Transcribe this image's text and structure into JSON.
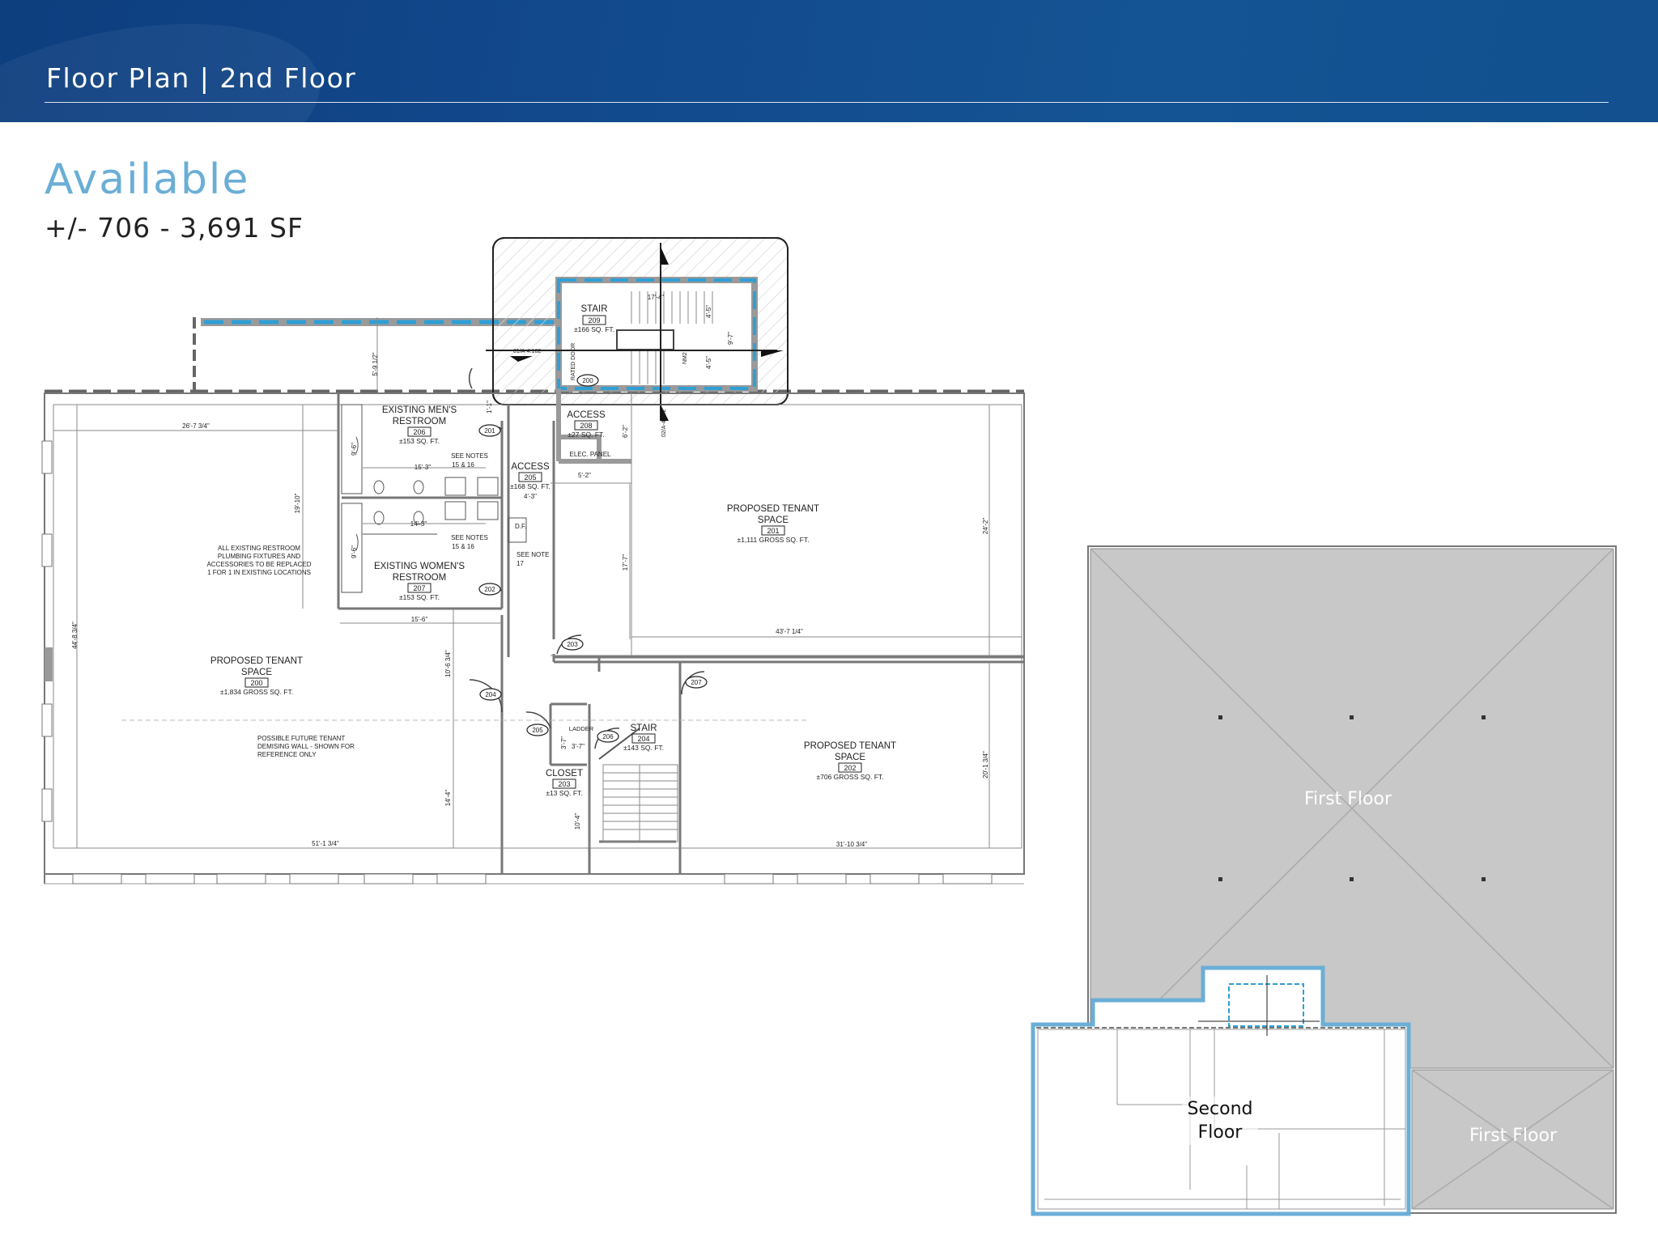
{
  "header": {
    "title": "Floor Plan | 2nd Floor"
  },
  "availability": {
    "label": "Available",
    "sf_range": "+/- 706 - 3,691 SF"
  },
  "plan": {
    "stair_209": {
      "name": "STAIR",
      "number": "209",
      "area": "±166 SQ. FT."
    },
    "mens_206": {
      "name1": "EXISTING MEN'S",
      "name2": "RESTROOM",
      "number": "206",
      "area": "±153 SQ. FT."
    },
    "access_208": {
      "name": "ACCESS",
      "number": "208",
      "area": "±27 SQ. FT.",
      "note": "ELEC. PANEL"
    },
    "access_205": {
      "name": "ACCESS",
      "number": "205",
      "area": "±168 SQ. FT."
    },
    "womens_207": {
      "name1": "EXISTING WOMEN'S",
      "name2": "RESTROOM",
      "number": "207",
      "area": "±153 SQ. FT."
    },
    "tenant_201": {
      "name1": "PROPOSED TENANT",
      "name2": "SPACE",
      "number": "201",
      "area": "±1,111 GROSS SQ. FT."
    },
    "tenant_200": {
      "name1": "PROPOSED TENANT",
      "name2": "SPACE",
      "number": "200",
      "area": "±1,834 GROSS SQ. FT."
    },
    "tenant_202": {
      "name1": "PROPOSED TENANT",
      "name2": "SPACE",
      "number": "202",
      "area": "±706 GROSS SQ. FT."
    },
    "stair_204": {
      "name": "STAIR",
      "number": "204",
      "area": "±143 SQ. FT."
    },
    "closet_203": {
      "name": "CLOSET",
      "number": "203",
      "area": "±13 SQ. FT.",
      "note": "LADDER"
    },
    "notes": {
      "see_notes_a1": "SEE NOTES",
      "see_notes_a2": "15 & 16",
      "see_notes_b1": "SEE NOTES",
      "see_notes_b2": "15 & 16",
      "see_note_c1": "SEE NOTE",
      "see_note_c2": "17",
      "df": "D.F.",
      "plumbing1": "ALL EXISTING RESTROOM",
      "plumbing2": "PLUMBING FIXTURES AND",
      "plumbing3": "ACCESSORIES TO BE REPLACED",
      "plumbing4": "1 FOR 1 IN EXISTING LOCATIONS",
      "future1": "POSSIBLE FUTURE TENANT",
      "future2": "DEMISING WALL - SHOWN FOR",
      "future3": "REFERENCE ONLY",
      "rated_door": "RATED DOOR",
      "section_ref_a": "01/A-4.102",
      "section_ref_b": "02/A-4.102",
      "nm2": "NM2"
    },
    "dims": {
      "d1": "26'-7 3/4\"",
      "d2": "5'-9 1/2\"",
      "d3": "15'-3\"",
      "d4": "14'-3\"",
      "d5": "15'-6\"",
      "d6": "19'-10\"",
      "d7": "9'-6\"",
      "d8": "9'-6\"",
      "d9": "44'-8 3/4\"",
      "d10": "10'-6 3/4\"",
      "d11": "14'-4\"",
      "d12": "51'-1 3/4\"",
      "d13": "4'-3\"",
      "d14": "5'-2\"",
      "d15": "6'-2\"",
      "d16": "17'-7\"",
      "d17": "43'-7 1/4\"",
      "d18": "24'-2\"",
      "d19": "20'-1 3/4\"",
      "d20": "31'-10 3/4\"",
      "d21": "3'-7\"",
      "d22": "3'-7\"",
      "d23": "10'-4\"",
      "d24": "17'-4\"",
      "d25": "4'-5\"",
      "d26": "9'-7\"",
      "d27": "4'-5\"",
      "d28": "1'-1\""
    },
    "doors": {
      "door200": "200",
      "door201": "201",
      "door202": "202",
      "door203": "203",
      "door204": "204",
      "door205": "205",
      "door206": "206",
      "door207": "207"
    }
  },
  "keymap": {
    "first_floor_top": "First Floor",
    "first_floor_right": "First Floor",
    "second_floor_1": "Second",
    "second_floor_2": "Floor"
  },
  "colors": {
    "header_bg": "#12498d",
    "accent": "#6aaed6",
    "highlight": "#2f9fd6"
  }
}
